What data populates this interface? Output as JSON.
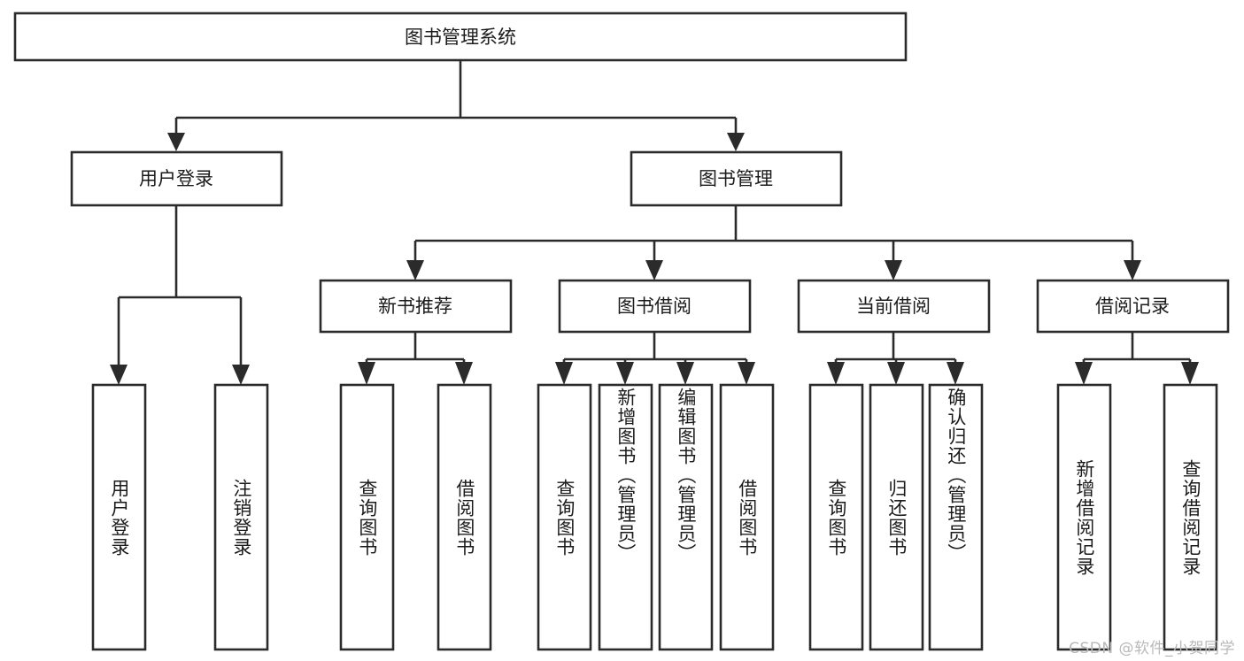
{
  "diagram": {
    "title": "图书管理系统",
    "type": "tree-hierarchy",
    "root": {
      "id": "root",
      "label": "图书管理系统"
    },
    "level2": [
      {
        "id": "user-login",
        "label": "用户登录"
      },
      {
        "id": "book-manage",
        "label": "图书管理"
      }
    ],
    "level3": [
      {
        "id": "new-book-recommend",
        "label": "新书推荐",
        "parent": "book-manage"
      },
      {
        "id": "book-borrow",
        "label": "图书借阅",
        "parent": "book-manage"
      },
      {
        "id": "current-borrow",
        "label": "当前借阅",
        "parent": "book-manage"
      },
      {
        "id": "borrow-record",
        "label": "借阅记录",
        "parent": "book-manage"
      }
    ],
    "leaves": {
      "user-login": [
        {
          "id": "leaf-user-login",
          "label": "用户登录"
        },
        {
          "id": "leaf-logout",
          "label": "注销登录"
        }
      ],
      "new-book-recommend": [
        {
          "id": "leaf-query-book-1",
          "label": "查询图书"
        },
        {
          "id": "leaf-borrow-book-1",
          "label": "借阅图书"
        }
      ],
      "book-borrow": [
        {
          "id": "leaf-query-book-2",
          "label": "查询图书"
        },
        {
          "id": "leaf-add-book",
          "label": "新增图书（管理员）"
        },
        {
          "id": "leaf-edit-book",
          "label": "编辑图书（管理员）"
        },
        {
          "id": "leaf-borrow-book-2",
          "label": "借阅图书"
        }
      ],
      "current-borrow": [
        {
          "id": "leaf-query-book-3",
          "label": "查询图书"
        },
        {
          "id": "leaf-return-book",
          "label": "归还图书"
        },
        {
          "id": "leaf-confirm-return",
          "label": "确认归还（管理员）"
        }
      ],
      "borrow-record": [
        {
          "id": "leaf-add-record",
          "label": "新增借阅记录"
        },
        {
          "id": "leaf-query-record",
          "label": "查询借阅记录"
        }
      ]
    }
  },
  "watermark": {
    "text": "CSDN @软件_小贺同学"
  },
  "colors": {
    "stroke": "#2b2b2b",
    "fill": "#ffffff",
    "text": "#1b1b1b",
    "watermark": "#b9b9b9"
  }
}
